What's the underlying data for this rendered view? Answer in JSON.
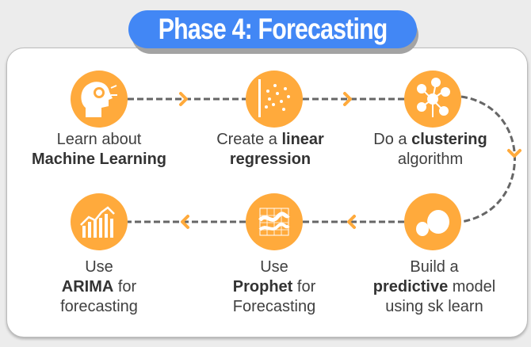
{
  "title": "Phase 4: Forecasting",
  "colors": {
    "accent": "#4287f5",
    "orange": "#ffaa3c",
    "text": "#404040",
    "connector": "#666666"
  },
  "steps": [
    {
      "icon": "ai-head-gear-icon",
      "line1": "Learn about",
      "line2_bold": "Machine Learning",
      "line2_rest": "",
      "line3": ""
    },
    {
      "icon": "scatter-plot-icon",
      "line1_pre": "Create a ",
      "line1_bold": "linear",
      "line2_bold": "regression"
    },
    {
      "icon": "cluster-network-icon",
      "line1_pre": "Do a ",
      "line1_bold": "clustering",
      "line2": "algorithm"
    },
    {
      "icon": "sklearn-logo-icon",
      "line1": "Build a",
      "line2_bold": "predictive",
      "line2_rest": " model",
      "line3": "using sk learn"
    },
    {
      "icon": "wave-chart-icon",
      "line1": "Use",
      "line2_bold": "Prophet",
      "line2_rest": " for",
      "line3": "Forecasting"
    },
    {
      "icon": "bar-line-chart-icon",
      "line1": "Use",
      "line2_bold": "ARIMA",
      "line2_rest": " for",
      "line3": "forecasting"
    }
  ]
}
